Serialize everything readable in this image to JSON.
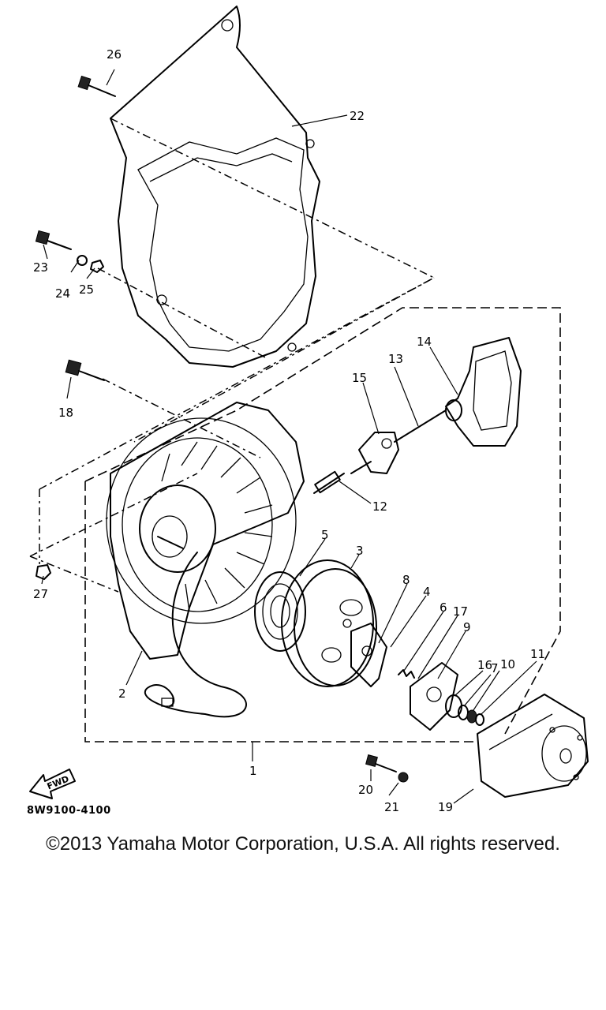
{
  "diagram": {
    "callouts": {
      "p1": "1",
      "p2": "2",
      "p3": "3",
      "p4": "4",
      "p5": "5",
      "p6": "6",
      "p7": "7",
      "p8": "8",
      "p9": "9",
      "p10": "10",
      "p11": "11",
      "p12": "12",
      "p13": "13",
      "p14": "14",
      "p15": "15",
      "p16": "16",
      "p17": "17",
      "p18": "18",
      "p19": "19",
      "p20": "20",
      "p21": "21",
      "p22": "22",
      "p23": "23",
      "p24": "24",
      "p25": "25",
      "p26": "26",
      "p27": "27"
    },
    "fwd_label": "FWD",
    "drawing_code": "8W9100-4100"
  },
  "footer": {
    "copyright": "©2013 Yamaha Motor Corporation, U.S.A. All rights reserved."
  }
}
